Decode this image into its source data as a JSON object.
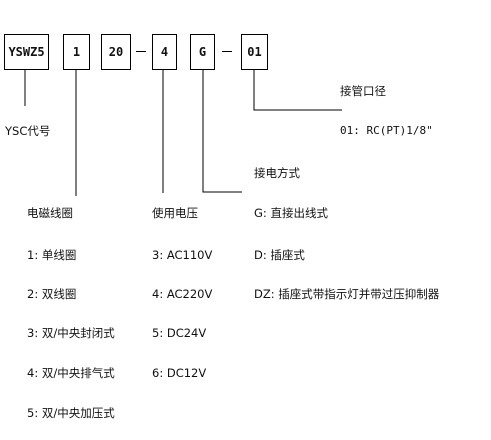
{
  "code_boxes": [
    "YSWZ5",
    "1",
    "20",
    "4",
    "G",
    "01"
  ],
  "separators": [
    "—",
    "—"
  ],
  "labels": {
    "ysc_code": "YSC代号",
    "pipe_header": "接管口径",
    "pipe_value": "01: RC(PT)1/8\"",
    "connection_header": "接电方式",
    "coil_header": "电磁线圈",
    "voltage_header": "使用电压"
  },
  "coil_options": [
    "1: 单线圈",
    "2: 双线圈",
    "3: 双/中央封闭式",
    "4: 双/中央排气式",
    "5: 双/中央加压式"
  ],
  "voltage_options": [
    "3: AC110V",
    "4: AC220V",
    "5: DC24V",
    "6: DC12V"
  ],
  "connection_options": [
    "G: 直接出线式",
    "D: 插座式",
    "DZ: 插座式带指示灯并带过压抑制器"
  ]
}
